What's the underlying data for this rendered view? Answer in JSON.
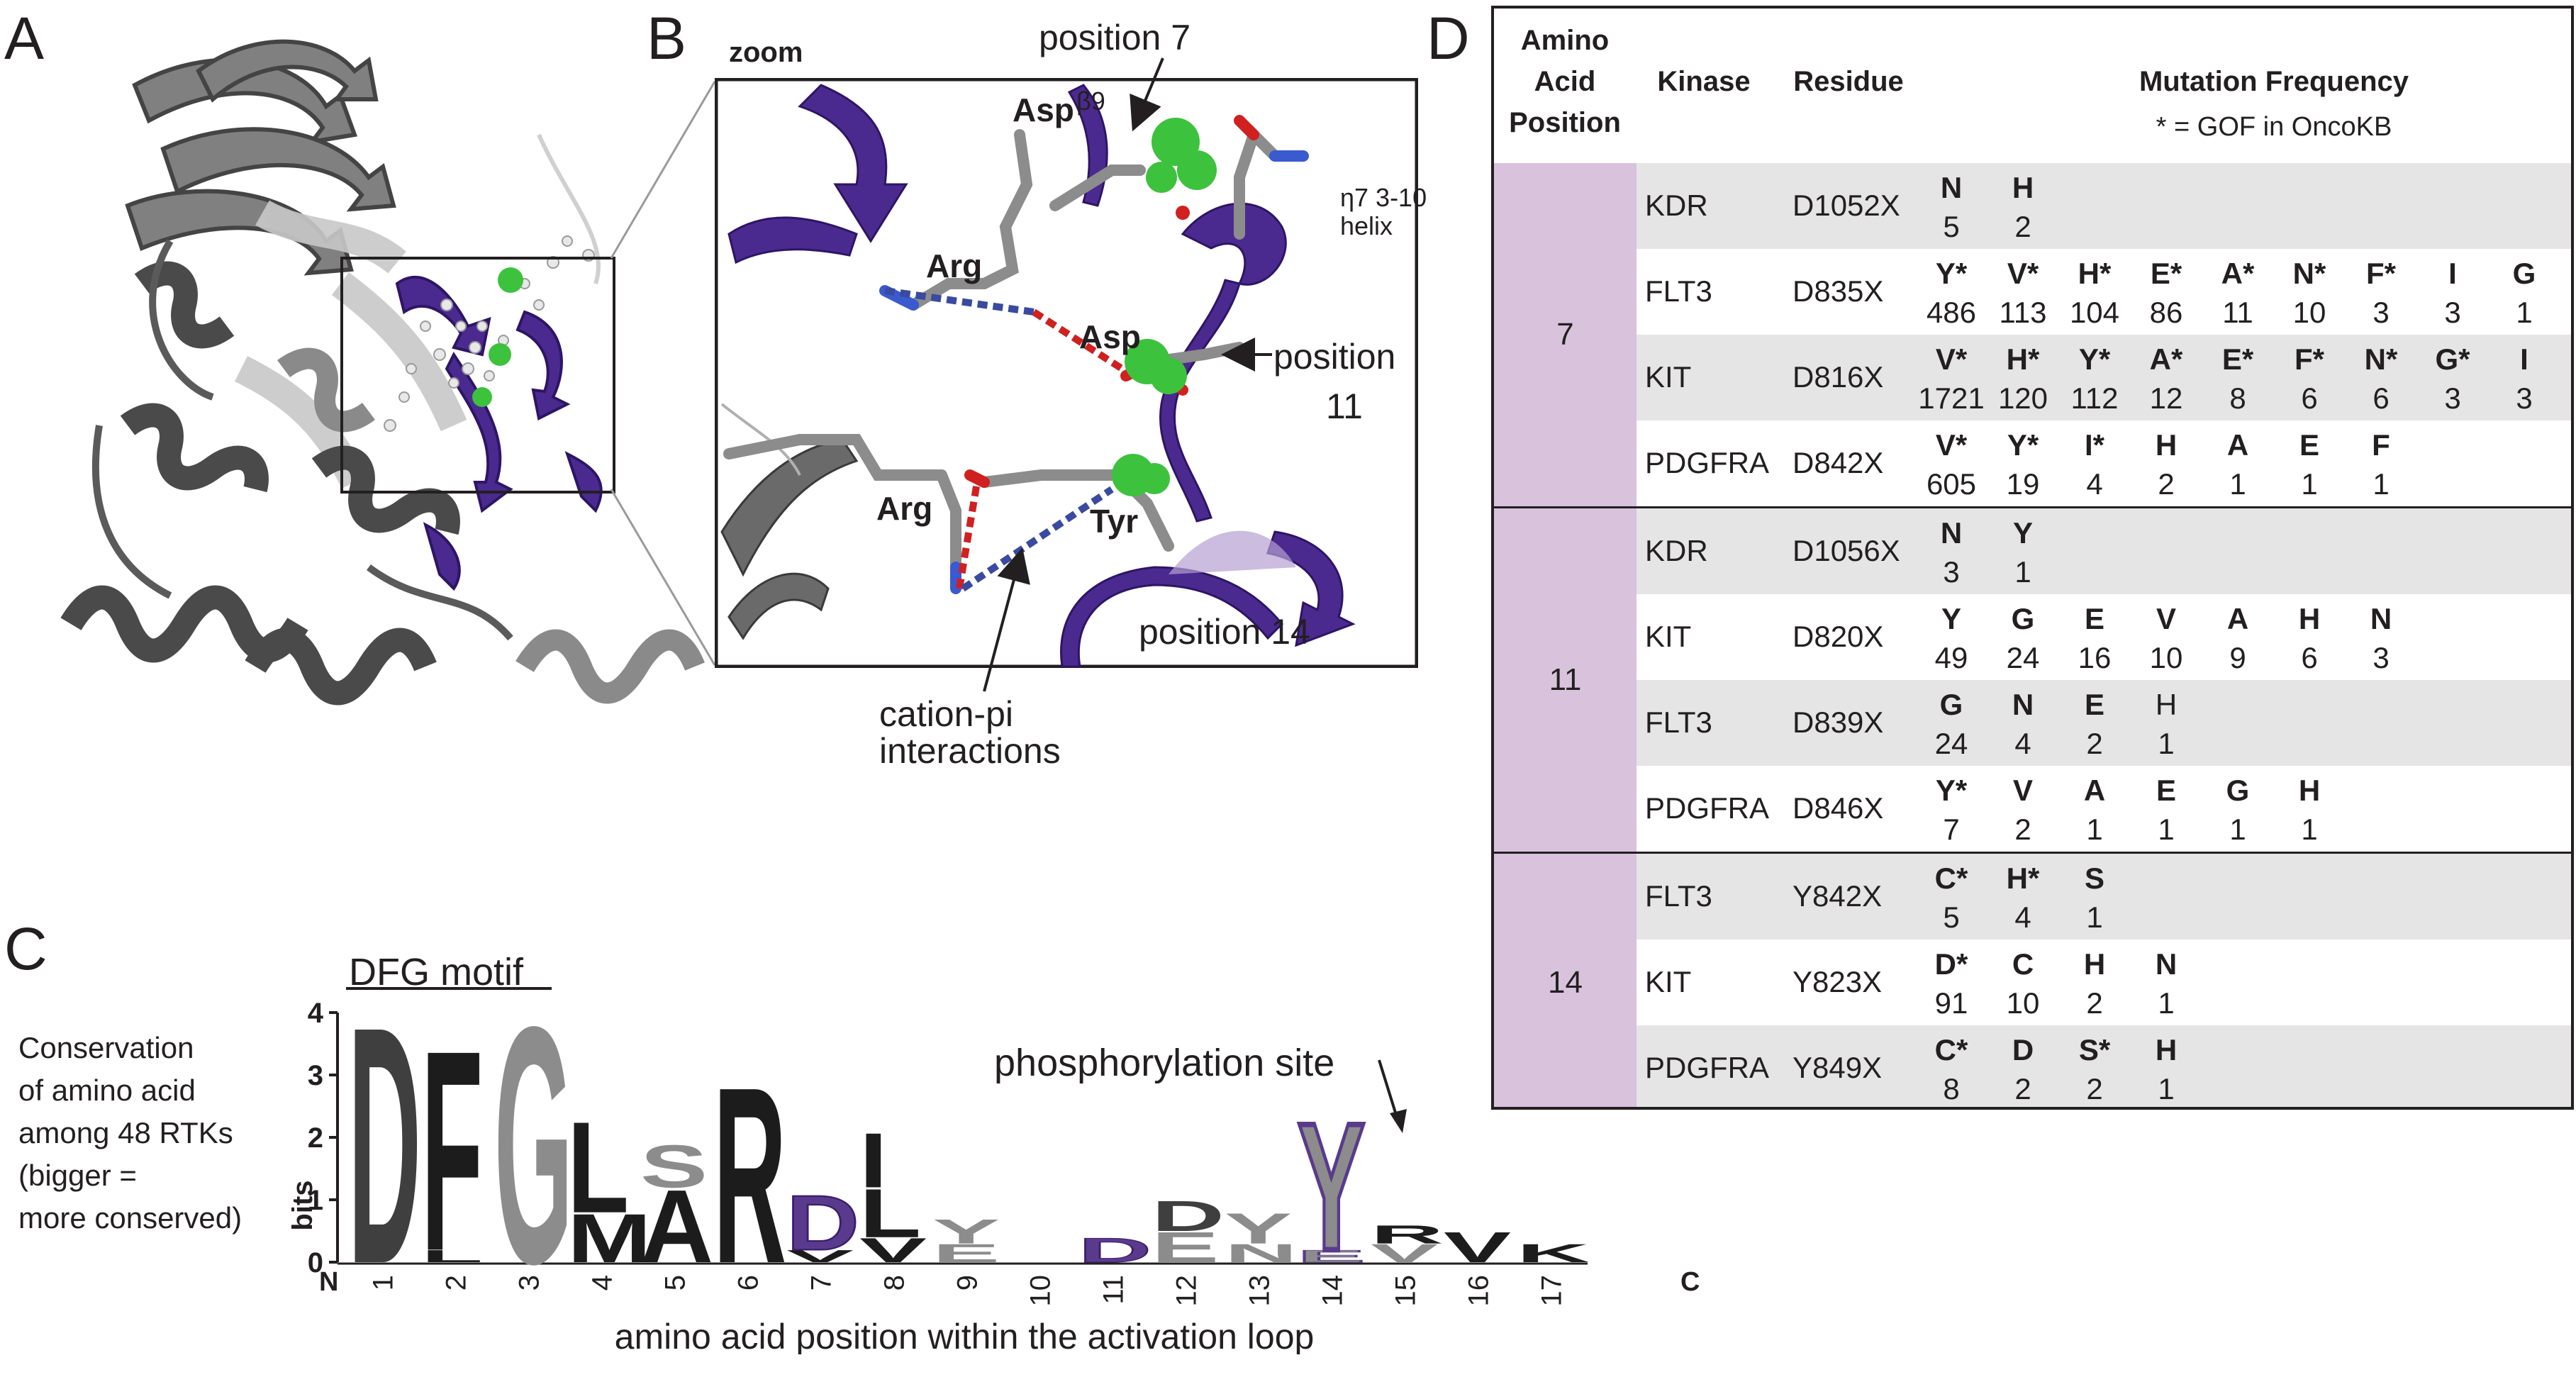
{
  "panel_labels": {
    "a": "A",
    "b": "B",
    "c": "C",
    "d": "D"
  },
  "panel_b": {
    "zoom_label": "zoom",
    "position_7_label": "position 7",
    "beta9_label": "β9",
    "asp_top": "Asp",
    "arg_top": "Arg",
    "asp_mid": "Asp",
    "arg_bottom": "Arg",
    "tyr": "Tyr",
    "helix_line1": "η7 3-10",
    "helix_line2": "helix",
    "position_11_line1": "position",
    "position_11_line2": "11",
    "position_14_label": "position 14",
    "cation_pi_line1": "cation-pi",
    "cation_pi_line2": "interactions"
  },
  "panel_c": {
    "motif_label": "DFG motif",
    "side_text": [
      "Conservation",
      "of amino acid",
      "among 48 RTKs",
      "(bigger =",
      "more conserved)"
    ],
    "y_axis_label": "bits",
    "y_ticks": [
      "0",
      "1",
      "2",
      "3",
      "4"
    ],
    "x_ticks": [
      "1",
      "2",
      "3",
      "4",
      "5",
      "6",
      "7",
      "8",
      "9",
      "10",
      "11",
      "12",
      "13",
      "14",
      "15",
      "16",
      "17"
    ],
    "n_label": "N",
    "c_label": "C",
    "x_axis_label": "amino acid position within the activation loop",
    "phospho_label": "phosphorylation site"
  },
  "chart_data": {
    "type": "sequence-logo",
    "xlabel": "amino acid position within the activation loop",
    "ylabel": "bits",
    "ylim": [
      0,
      4
    ],
    "positions": [
      1,
      2,
      3,
      4,
      5,
      6,
      7,
      8,
      9,
      10,
      11,
      12,
      13,
      14,
      15,
      16,
      17
    ],
    "stacks": [
      {
        "position": 1,
        "letters": [
          {
            "aa": "D",
            "bits": 3.9,
            "color": "#3f3f3f"
          }
        ]
      },
      {
        "position": 2,
        "letters": [
          {
            "aa": "L",
            "bits": 0.2,
            "color": "#1c1c1c"
          },
          {
            "aa": "F",
            "bits": 3.3,
            "color": "#1c1c1c"
          }
        ]
      },
      {
        "position": 3,
        "letters": [
          {
            "aa": "G",
            "bits": 3.9,
            "color": "#8c8c8c"
          }
        ]
      },
      {
        "position": 4,
        "letters": [
          {
            "aa": "M",
            "bits": 0.8,
            "color": "#1c1c1c"
          },
          {
            "aa": "L",
            "bits": 1.5,
            "color": "#1c1c1c"
          }
        ]
      },
      {
        "position": 5,
        "letters": [
          {
            "aa": "A",
            "bits": 1.2,
            "color": "#1c1c1c"
          },
          {
            "aa": "S",
            "bits": 0.7,
            "color": "#8c8c8c"
          }
        ]
      },
      {
        "position": 6,
        "letters": [
          {
            "aa": "R",
            "bits": 2.9,
            "color": "#1c1c1c"
          }
        ]
      },
      {
        "position": 7,
        "letters": [
          {
            "aa": "V",
            "bits": 0.2,
            "color": "#1c1c1c"
          },
          {
            "aa": "D",
            "bits": 0.9,
            "color": "#5a3a8c"
          }
        ]
      },
      {
        "position": 8,
        "letters": [
          {
            "aa": "V",
            "bits": 0.4,
            "color": "#1c1c1c"
          },
          {
            "aa": "L",
            "bits": 0.8,
            "color": "#1c1c1c"
          },
          {
            "aa": "I",
            "bits": 0.9,
            "color": "#1c1c1c"
          }
        ]
      },
      {
        "position": 9,
        "letters": [
          {
            "aa": "E",
            "bits": 0.3,
            "color": "#8c8c8c"
          },
          {
            "aa": "Y",
            "bits": 0.4,
            "color": "#8c8c8c"
          }
        ]
      },
      {
        "position": 10,
        "letters": []
      },
      {
        "position": 11,
        "letters": [
          {
            "aa": "D",
            "bits": 0.4,
            "color": "#5a3a8c"
          }
        ]
      },
      {
        "position": 12,
        "letters": [
          {
            "aa": "E",
            "bits": 0.5,
            "color": "#8c8c8c"
          },
          {
            "aa": "D",
            "bits": 0.5,
            "color": "#3f3f3f"
          }
        ]
      },
      {
        "position": 13,
        "letters": [
          {
            "aa": "N",
            "bits": 0.3,
            "color": "#8c8c8c"
          },
          {
            "aa": "Y",
            "bits": 0.5,
            "color": "#8c8c8c"
          }
        ]
      },
      {
        "position": 14,
        "letters": [
          {
            "aa": "E",
            "bits": 0.2,
            "color": "#8c8c8c"
          },
          {
            "aa": "Y",
            "bits": 2.1,
            "color": "#8c8c8c"
          }
        ]
      },
      {
        "position": 15,
        "letters": [
          {
            "aa": "V",
            "bits": 0.3,
            "color": "#8c8c8c"
          },
          {
            "aa": "R",
            "bits": 0.3,
            "color": "#1c1c1c"
          }
        ]
      },
      {
        "position": 16,
        "letters": [
          {
            "aa": "V",
            "bits": 0.5,
            "color": "#1c1c1c"
          }
        ]
      },
      {
        "position": 17,
        "letters": [
          {
            "aa": "K",
            "bits": 0.3,
            "color": "#1c1c1c"
          }
        ]
      }
    ]
  },
  "panel_d": {
    "header": {
      "position": [
        "Amino",
        "Acid",
        "Position"
      ],
      "kinase": "Kinase",
      "residue": "Residue",
      "mutation": "Mutation Frequency",
      "legend": "* = GOF in OncoKB"
    },
    "groups": [
      {
        "position": "7",
        "rows": [
          {
            "kinase": "KDR",
            "residue": "D1052X",
            "muts": [
              {
                "aa": "N",
                "count": "5"
              },
              {
                "aa": "H",
                "count": "2"
              }
            ]
          },
          {
            "kinase": "FLT3",
            "residue": "D835X",
            "muts": [
              {
                "aa": "Y*",
                "count": "486"
              },
              {
                "aa": "V*",
                "count": "113"
              },
              {
                "aa": "H*",
                "count": "104"
              },
              {
                "aa": "E*",
                "count": "86"
              },
              {
                "aa": "A*",
                "count": "11"
              },
              {
                "aa": "N*",
                "count": "10"
              },
              {
                "aa": "F*",
                "count": "3"
              },
              {
                "aa": "I",
                "count": "3"
              },
              {
                "aa": "G",
                "count": "1"
              }
            ]
          },
          {
            "kinase": "KIT",
            "residue": "D816X",
            "muts": [
              {
                "aa": "V*",
                "count": "1721"
              },
              {
                "aa": "H*",
                "count": "120"
              },
              {
                "aa": "Y*",
                "count": "112"
              },
              {
                "aa": "A*",
                "count": "12"
              },
              {
                "aa": "E*",
                "count": "8"
              },
              {
                "aa": "F*",
                "count": "6"
              },
              {
                "aa": "N*",
                "count": "6"
              },
              {
                "aa": "G*",
                "count": "3"
              },
              {
                "aa": "I",
                "count": "3"
              }
            ]
          },
          {
            "kinase": "PDGFRA",
            "residue": "D842X",
            "muts": [
              {
                "aa": "V*",
                "count": "605"
              },
              {
                "aa": "Y*",
                "count": "19"
              },
              {
                "aa": "I*",
                "count": "4"
              },
              {
                "aa": "H",
                "count": "2"
              },
              {
                "aa": "A",
                "count": "1"
              },
              {
                "aa": "E",
                "count": "1"
              },
              {
                "aa": "F",
                "count": "1"
              }
            ]
          }
        ]
      },
      {
        "position": "11",
        "rows": [
          {
            "kinase": "KDR",
            "residue": "D1056X",
            "muts": [
              {
                "aa": "N",
                "count": "3"
              },
              {
                "aa": "Y",
                "count": "1"
              }
            ]
          },
          {
            "kinase": "KIT",
            "residue": "D820X",
            "muts": [
              {
                "aa": "Y",
                "count": "49"
              },
              {
                "aa": "G",
                "count": "24"
              },
              {
                "aa": "E",
                "count": "16"
              },
              {
                "aa": "V",
                "count": "10"
              },
              {
                "aa": "A",
                "count": "9"
              },
              {
                "aa": "H",
                "count": "6"
              },
              {
                "aa": "N",
                "count": "3"
              }
            ]
          },
          {
            "kinase": "FLT3",
            "residue": "D839X",
            "muts": [
              {
                "aa": "G",
                "count": "24"
              },
              {
                "aa": "N",
                "count": "4"
              },
              {
                "aa": "E",
                "count": "2"
              },
              {
                "aa": "H",
                "count": "1",
                "plain": true
              }
            ]
          },
          {
            "kinase": "PDGFRA",
            "residue": "D846X",
            "muts": [
              {
                "aa": "Y*",
                "count": "7"
              },
              {
                "aa": "V",
                "count": "2"
              },
              {
                "aa": "A",
                "count": "1"
              },
              {
                "aa": "E",
                "count": "1"
              },
              {
                "aa": "G",
                "count": "1"
              },
              {
                "aa": "H",
                "count": "1"
              }
            ]
          }
        ]
      },
      {
        "position": "14",
        "rows": [
          {
            "kinase": "FLT3",
            "residue": "Y842X",
            "muts": [
              {
                "aa": "C*",
                "count": "5"
              },
              {
                "aa": "H*",
                "count": "4"
              },
              {
                "aa": "S",
                "count": "1"
              }
            ]
          },
          {
            "kinase": "KIT",
            "residue": "Y823X",
            "muts": [
              {
                "aa": "D*",
                "count": "91"
              },
              {
                "aa": "C",
                "count": "10"
              },
              {
                "aa": "H",
                "count": "2"
              },
              {
                "aa": "N",
                "count": "1"
              }
            ]
          },
          {
            "kinase": "PDGFRA",
            "residue": "Y849X",
            "muts": [
              {
                "aa": "C*",
                "count": "8"
              },
              {
                "aa": "D",
                "count": "2"
              },
              {
                "aa": "S*",
                "count": "2"
              },
              {
                "aa": "H",
                "count": "1"
              }
            ]
          }
        ]
      }
    ]
  }
}
